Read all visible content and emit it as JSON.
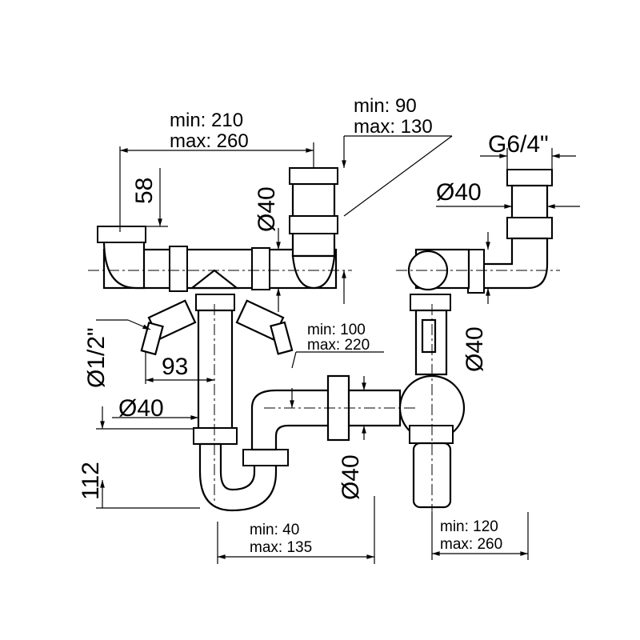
{
  "dimensions": {
    "top_width": {
      "min": "min:  210",
      "max": "max: 260"
    },
    "top_height": {
      "min": "min:    90",
      "max": "max: 130"
    },
    "thread": "G6/4\"",
    "d40_top_left": "Ø40",
    "d40_top_right": "Ø40",
    "d40_right_vertical": "Ø40",
    "d40_left": "Ø40",
    "d40_bottom": "Ø40",
    "h58": "58",
    "hose": "Ø1/2\"",
    "w93": "93",
    "outlet": {
      "min": "min:  100",
      "max": "max: 220"
    },
    "h112": "112",
    "bottom_mid": {
      "min": "min:   40",
      "max": "max: 135"
    },
    "bottom_right": {
      "min": "min:  120",
      "max": "max: 260"
    }
  }
}
